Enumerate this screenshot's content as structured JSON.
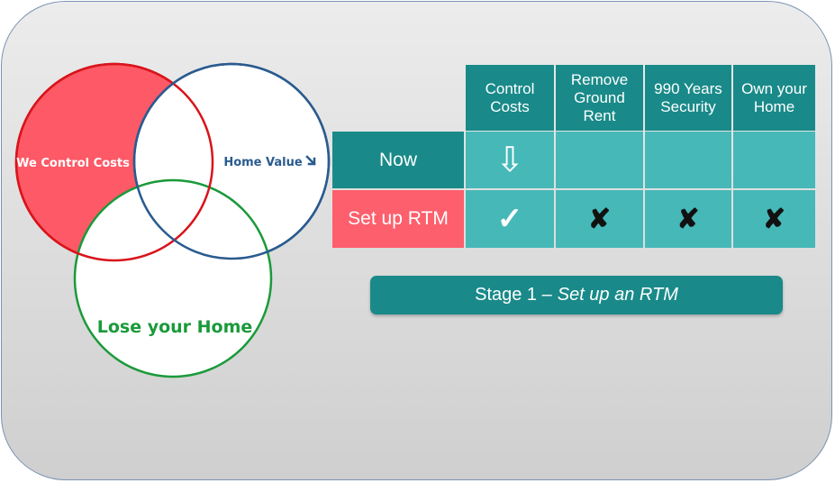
{
  "venn": {
    "left_label": "We Control Costs",
    "right_label": "Home Value",
    "right_icon": "arrow-down-right-icon",
    "bottom_label": "Lose your Home",
    "colors": {
      "left_fill": "#fd5967",
      "left_stroke": "#d9141b",
      "right_stroke": "#2a5b8f",
      "bottom_stroke": "#1a9a3a",
      "right_text": "#2a5b8f",
      "bottom_text": "#1a9a3a"
    }
  },
  "table": {
    "headers": [
      "Control\nCosts",
      "Remove\nGround\nRent",
      "990 Years\nSecurity",
      "Own your\nHome"
    ],
    "rows": [
      {
        "label": "Now",
        "cells": [
          "⇩",
          "",
          "",
          ""
        ]
      },
      {
        "label": "Set up RTM",
        "cells": [
          "✓",
          "✘",
          "✘",
          "✘"
        ]
      }
    ],
    "colors": {
      "header": "#198a89",
      "cell": "#46b8b8",
      "highlight": "#fd5f6c"
    }
  },
  "stage": {
    "prefix": "Stage 1 –",
    "emphasis": "Set up an RTM"
  }
}
